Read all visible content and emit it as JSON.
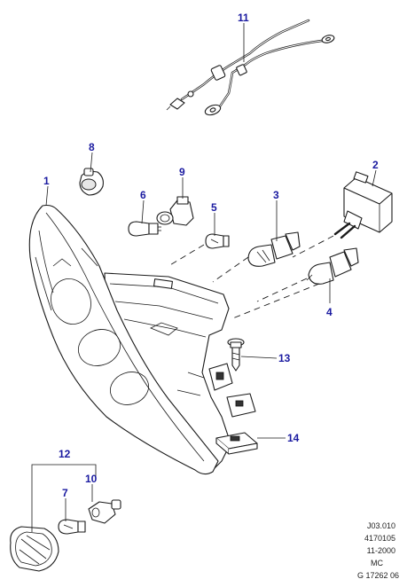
{
  "callouts": [
    {
      "id": "1",
      "label": "1"
    },
    {
      "id": "2",
      "label": "2"
    },
    {
      "id": "3",
      "label": "3"
    },
    {
      "id": "4",
      "label": "4"
    },
    {
      "id": "5",
      "label": "5"
    },
    {
      "id": "6",
      "label": "6"
    },
    {
      "id": "7",
      "label": "7"
    },
    {
      "id": "8",
      "label": "8"
    },
    {
      "id": "9",
      "label": "9"
    },
    {
      "id": "10",
      "label": "10"
    },
    {
      "id": "11",
      "label": "11"
    },
    {
      "id": "12",
      "label": "12"
    },
    {
      "id": "13",
      "label": "13"
    },
    {
      "id": "14",
      "label": "14"
    }
  ],
  "reference": {
    "line1": "J03.010",
    "line2": "4170105",
    "line3": "11-2000",
    "line4": "MC",
    "line5": "G 17262 06"
  },
  "colors": {
    "callout": "#1a1aa0",
    "line": "#1a1a1a"
  }
}
